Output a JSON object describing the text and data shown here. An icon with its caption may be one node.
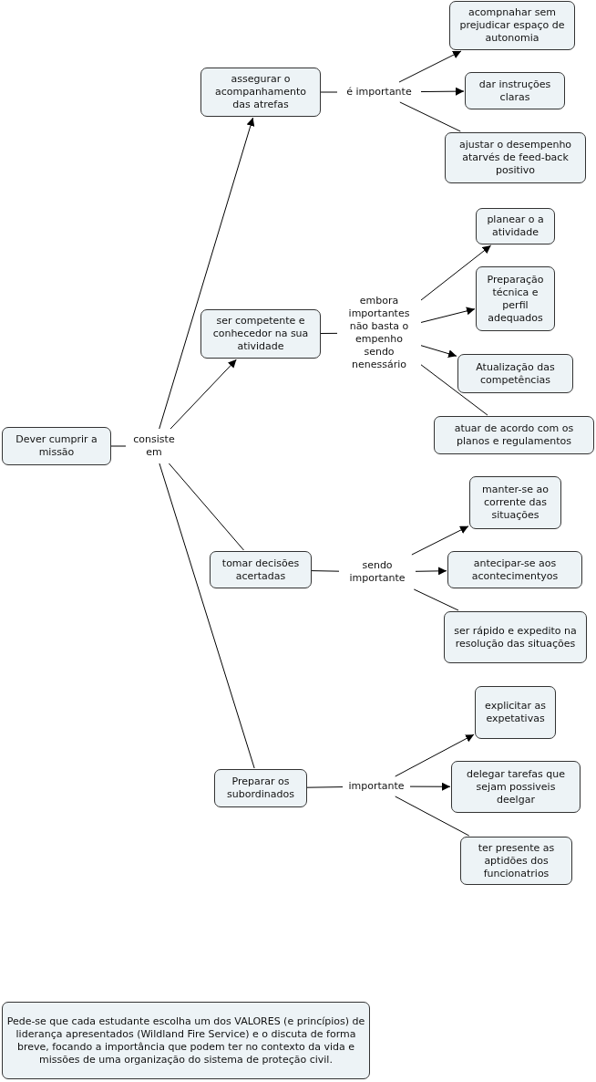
{
  "diagram": {
    "nodes": [
      {
        "text": [
          "Dever cumprir a missão"
        ]
      },
      {
        "text": [
          "consiste em"
        ]
      },
      {
        "text": [
          "assegurar o acompanhamento das atrefas"
        ]
      },
      {
        "text": [
          "é importante"
        ]
      },
      {
        "text": [
          "acompnahar sem prejudicar espaço de autonomia"
        ]
      },
      {
        "text": [
          "dar instruções claras"
        ]
      },
      {
        "text": [
          "ajustar o desempenho atarvés de feed-back positivo"
        ]
      },
      {
        "text": [
          "ser competente e conhecedor na sua atividade"
        ]
      },
      {
        "text": [
          "embora importantes não basta o empenho sendo nenessário"
        ]
      },
      {
        "text": [
          "planear o a atividade"
        ]
      },
      {
        "text": [
          "Preparação técnica e perfil adequados"
        ]
      },
      {
        "text": [
          "Atualização das competências"
        ]
      },
      {
        "text": [
          "atuar de acordo com os planos e regulamentos"
        ]
      },
      {
        "text": [
          "tomar decisões acertadas"
        ]
      },
      {
        "text": [
          "sendo importante"
        ]
      },
      {
        "text": [
          "manter-se ao corrente das situações"
        ]
      },
      {
        "text": [
          "antecipar-se aos acontecimentyos"
        ]
      },
      {
        "text": [
          "ser rápido e expedito na resolução das situações"
        ]
      },
      {
        "text": [
          "Preparar os subordinados"
        ]
      },
      {
        "text": [
          "importante"
        ]
      },
      {
        "text": [
          "explicitar as expetativas"
        ]
      },
      {
        "text": [
          "delegar tarefas que sejam possiveis deelgar"
        ]
      },
      {
        "text": [
          "ter presente as aptidões dos funcionatrios"
        ]
      },
      {
        "text": [
          "Pede-se que cada estudante escolha um dos VALORES (e princípios) de liderança apresentados (Wildland Fire Service) e o discuta de forma breve, focando a importância que podem ter no contexto da vida e missões de uma organização do sistema de proteção civil."
        ]
      }
    ],
    "edges": [
      {
        "from": 0,
        "to": 1,
        "arrow": "none"
      },
      {
        "from": 1,
        "to": 2,
        "arrow": "to"
      },
      {
        "from": 1,
        "to": 7,
        "arrow": "to"
      },
      {
        "from": 1,
        "to": 13,
        "arrow": "none"
      },
      {
        "from": 1,
        "to": 18,
        "arrow": "none"
      },
      {
        "from": 2,
        "to": 3,
        "arrow": "none"
      },
      {
        "from": 3,
        "to": 4,
        "arrow": "to"
      },
      {
        "from": 3,
        "to": 5,
        "arrow": "to"
      },
      {
        "from": 3,
        "to": 6,
        "arrow": "none"
      },
      {
        "from": 7,
        "to": 8,
        "arrow": "none"
      },
      {
        "from": 8,
        "to": 9,
        "arrow": "to"
      },
      {
        "from": 8,
        "to": 10,
        "arrow": "to"
      },
      {
        "from": 8,
        "to": 11,
        "arrow": "to"
      },
      {
        "from": 8,
        "to": 12,
        "arrow": "none"
      },
      {
        "from": 13,
        "to": 14,
        "arrow": "none"
      },
      {
        "from": 14,
        "to": 15,
        "arrow": "to"
      },
      {
        "from": 14,
        "to": 16,
        "arrow": "to"
      },
      {
        "from": 14,
        "to": 17,
        "arrow": "none"
      },
      {
        "from": 18,
        "to": 19,
        "arrow": "none"
      },
      {
        "from": 19,
        "to": 20,
        "arrow": "to"
      },
      {
        "from": 19,
        "to": 21,
        "arrow": "to"
      },
      {
        "from": 19,
        "to": 22,
        "arrow": "none"
      }
    ]
  }
}
